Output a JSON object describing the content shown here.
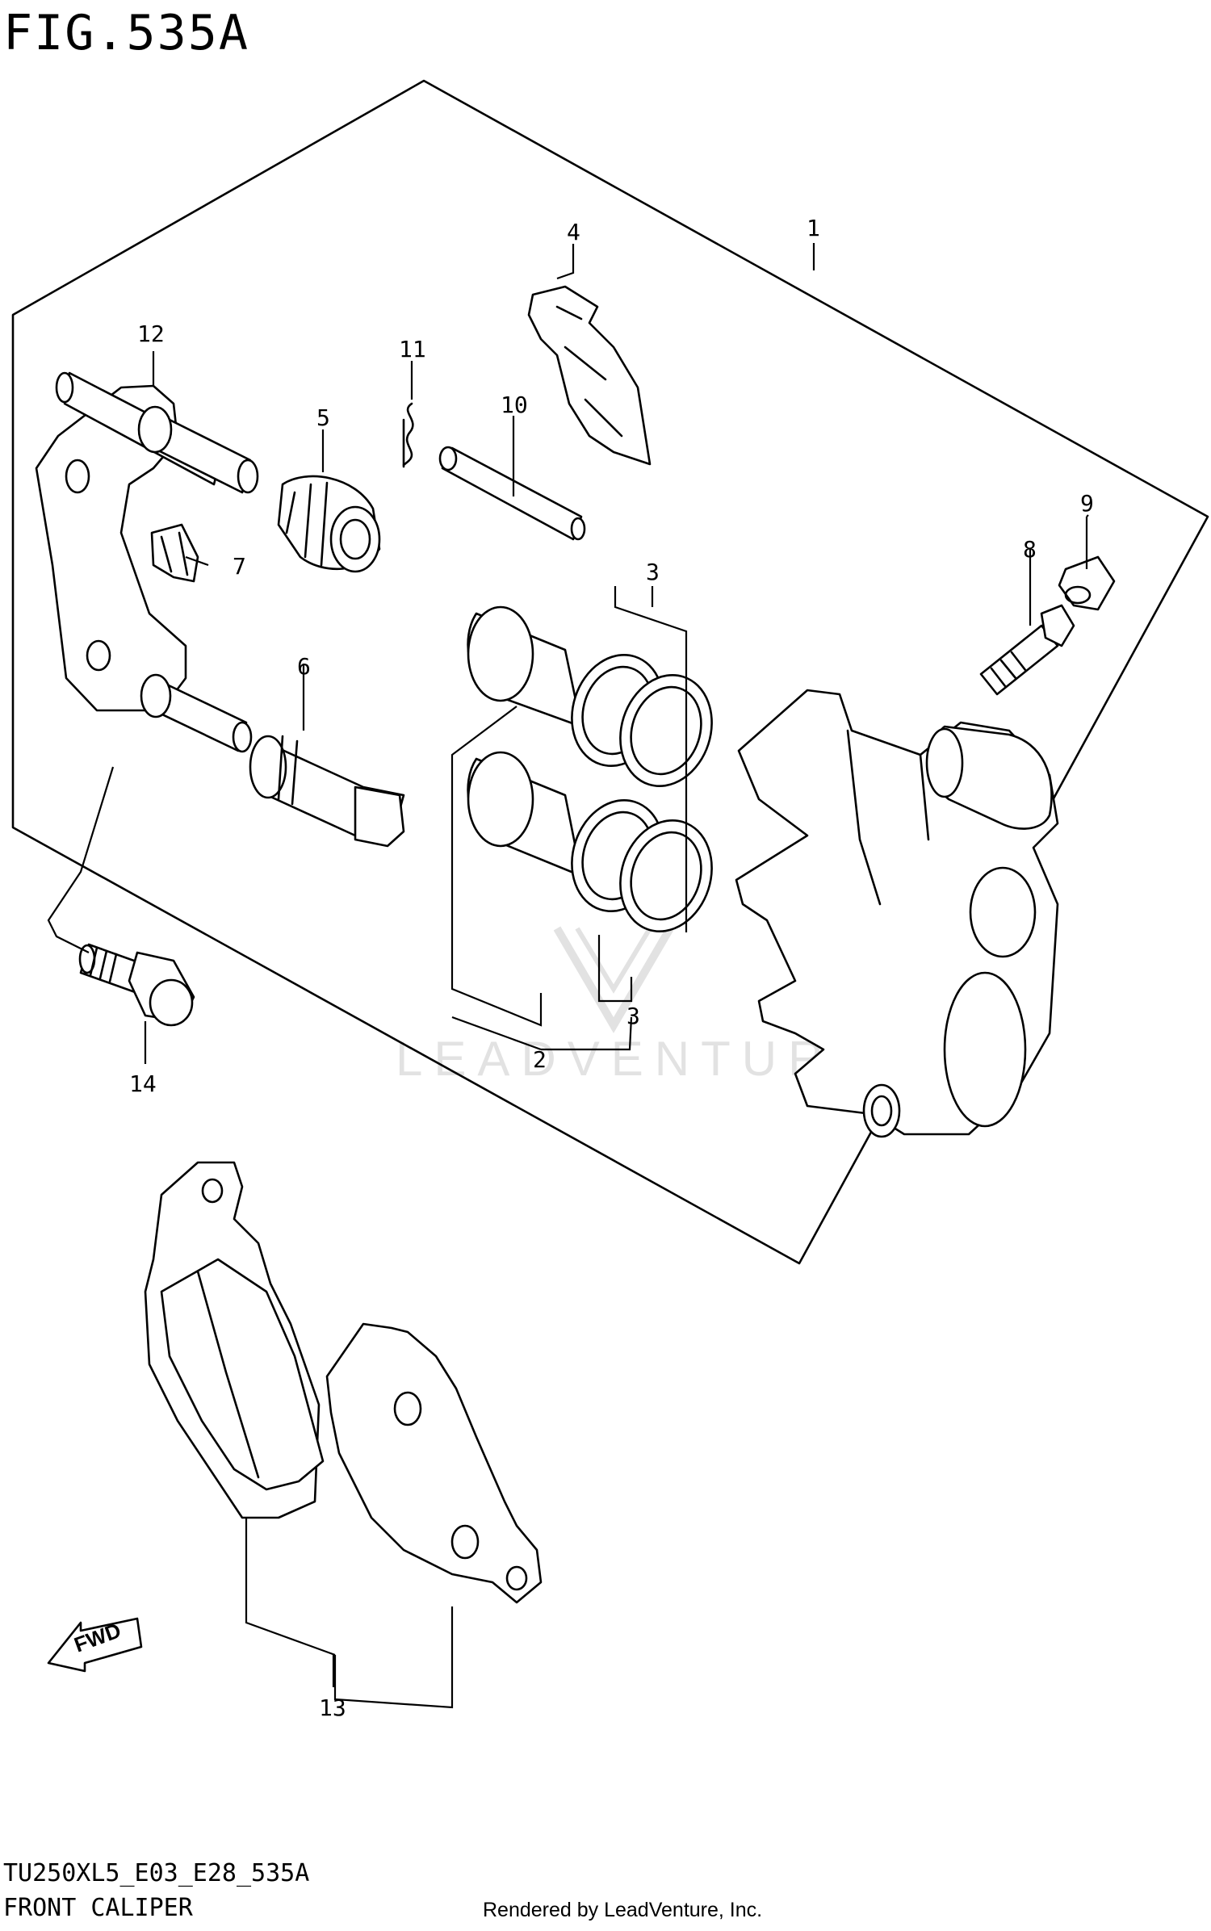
{
  "figure_title": "FIG.535A",
  "model_code": "TU250XL5_E03_E28_535A",
  "assembly_name": "FRONT CALIPER",
  "credit": "Rendered by LeadVenture, Inc.",
  "watermark": "LEADVENTURE",
  "fwd_label": "FWD",
  "callouts": [
    "1",
    "2",
    "3",
    "3",
    "4",
    "5",
    "6",
    "7",
    "8",
    "9",
    "10",
    "11",
    "12",
    "13",
    "14"
  ]
}
